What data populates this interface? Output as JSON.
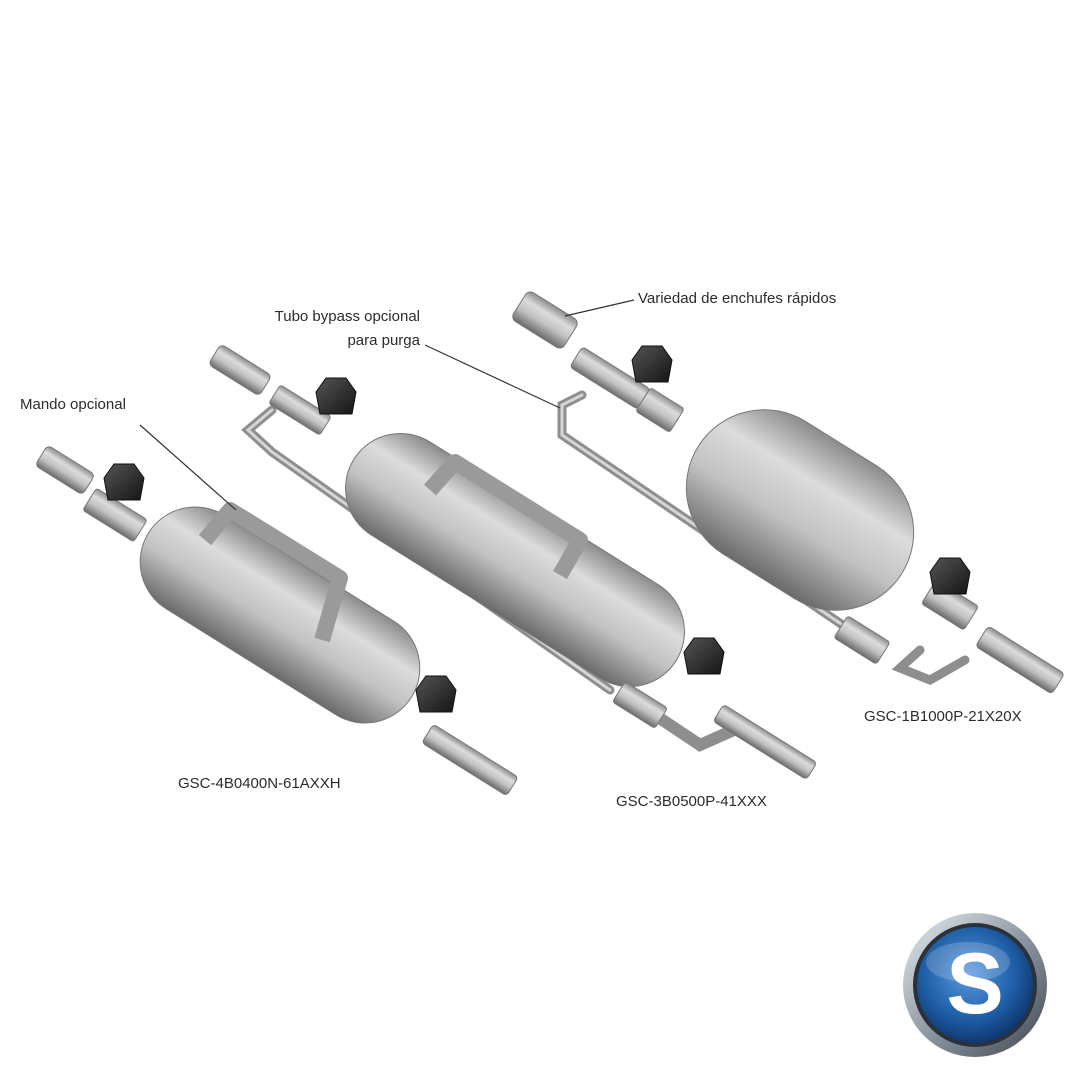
{
  "callouts": {
    "quick_connects": "Variedad de enchufes rápidos",
    "bypass_line1": "Tubo bypass opcional",
    "bypass_line2": "para purga",
    "handle": "Mando opcional"
  },
  "models": {
    "left": "GSC-4B0400N-61AXXH",
    "middle": "GSC-3B0500P-41XXX",
    "right": "GSC-1B1000P-21X20X"
  },
  "colors": {
    "metal_light": "#d4d4d4",
    "metal_mid": "#a8a8a8",
    "metal_dark": "#6e6e6e",
    "knob": "#2a2a2a",
    "logo_blue": "#1f5fa8",
    "logo_ring": "#9aa3ad"
  },
  "logo": {
    "letter": "S"
  }
}
